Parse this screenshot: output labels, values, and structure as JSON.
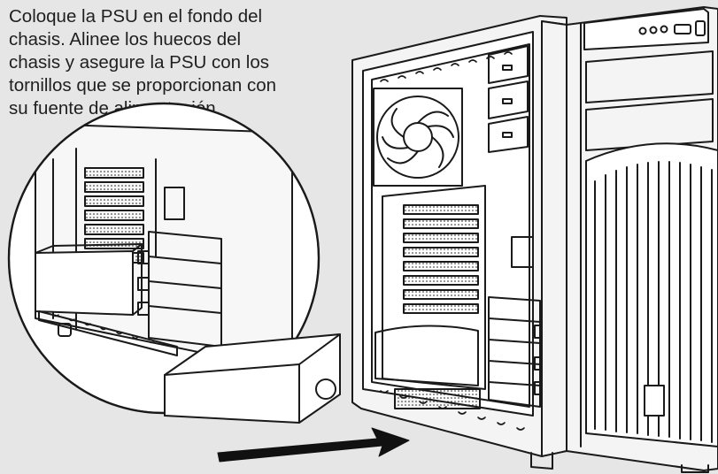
{
  "instruction": {
    "lines": [
      "Coloque la PSU en el fondo del",
      "chasis. Alinee los huecos del",
      "chasis y asegure la PSU con los",
      "tornillos que se proporcionan con",
      "su fuente de alimentación."
    ]
  },
  "colors": {
    "background": "#e6e6e6",
    "line": "#1a1a1a",
    "panel": "#ffffff",
    "arrow": "#111111"
  },
  "icons": {
    "fan": "fan-icon",
    "arrow": "insert-arrow-icon"
  }
}
